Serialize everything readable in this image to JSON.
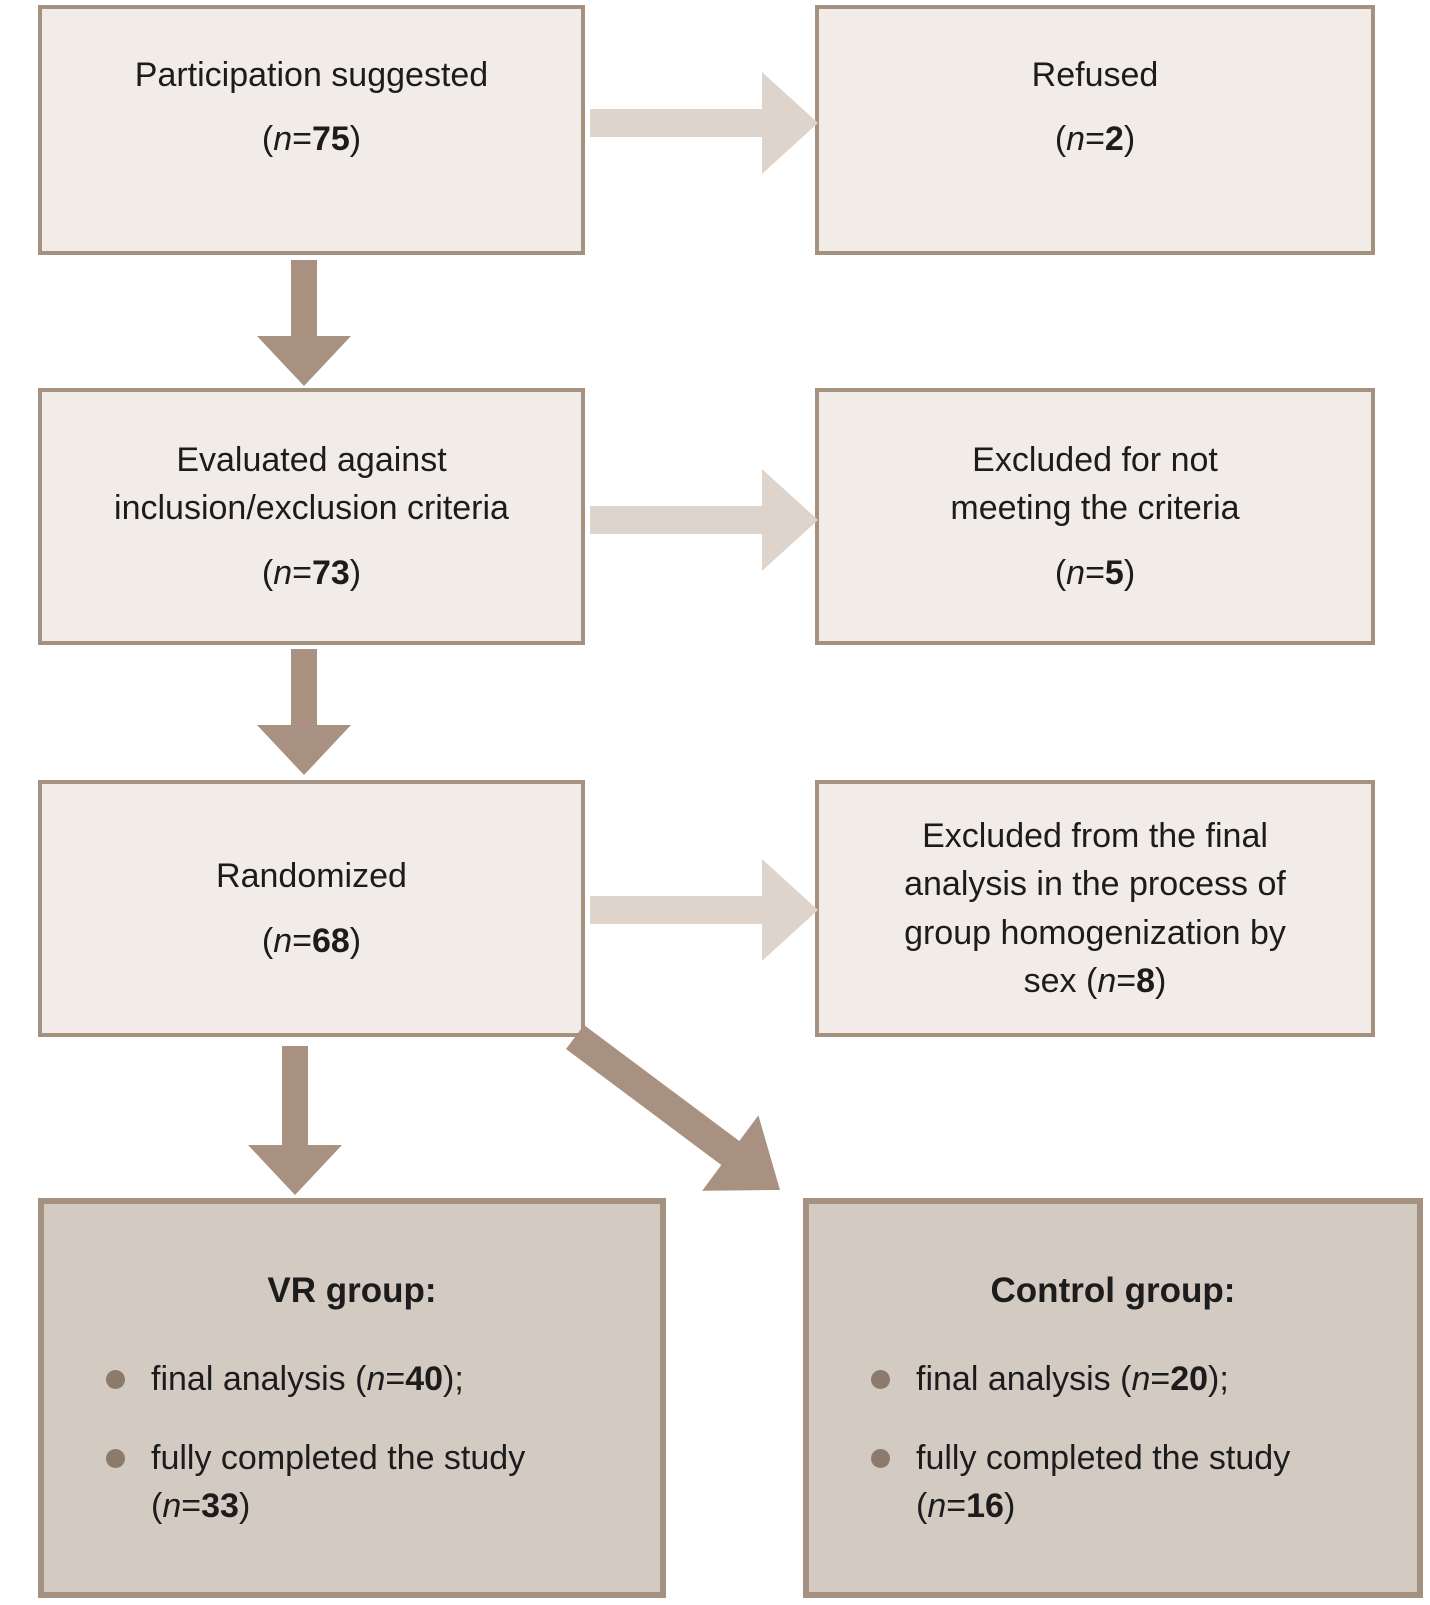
{
  "colors": {
    "box_light_bg": "#f1ece8",
    "box_dark_bg": "#d3cac2",
    "box_border": "#a5917f",
    "arrow_dark": "#a89180",
    "arrow_light": "#ded4cc",
    "bullet": "#8c7b6d",
    "text": "#1c1c1c"
  },
  "icons": {
    "flow_arrow_down": "solid-down-arrow-shape",
    "flow_arrow_right": "solid-right-arrow-shape",
    "flow_arrow_diagonal": "solid-diagonal-arrow-shape",
    "bullet": "filled-circle"
  },
  "n_format": {
    "open": "(",
    "symbol": "n",
    "equals": "=",
    "close": ")"
  },
  "boxes": {
    "participation": {
      "title": "Participation suggested",
      "n": "75"
    },
    "refused": {
      "title": "Refused",
      "n": "2"
    },
    "evaluated": {
      "lines": [
        "Evaluated against",
        "inclusion/exclusion criteria"
      ],
      "n": "73"
    },
    "excluded_criteria": {
      "lines": [
        "Excluded for not",
        "meeting the criteria"
      ],
      "n": "5"
    },
    "randomized": {
      "title": "Randomized",
      "n": "68"
    },
    "excluded_homogenization": {
      "lines": [
        "Excluded from the final",
        "analysis in the process of",
        "group homogenization by"
      ],
      "last_line": "sex",
      "n": "8"
    }
  },
  "groups": {
    "vr": {
      "heading": "VR group:",
      "items": [
        {
          "text": "final analysis",
          "n": "40",
          "close": ");"
        },
        {
          "text": "fully completed the study",
          "n": "33",
          "close": ")"
        }
      ]
    },
    "control": {
      "heading": "Control group:",
      "items": [
        {
          "text": "final analysis",
          "n": "20",
          "close": ");"
        },
        {
          "text": "fully completed the study",
          "n": "16",
          "close": ")"
        }
      ]
    }
  }
}
